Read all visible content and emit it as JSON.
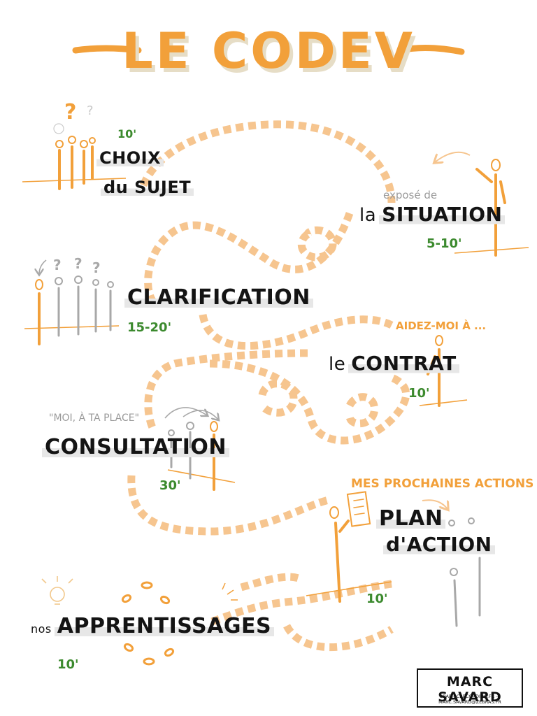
{
  "title": "LE CODEV",
  "steps": [
    {
      "id": "choix",
      "line1": "CHOIX",
      "line2": "du SUJET",
      "time": "10'"
    },
    {
      "id": "situation",
      "pre": "la",
      "label": "SITUATION",
      "note": "exposé de",
      "time": "5-10'"
    },
    {
      "id": "clarification",
      "label": "CLARIFICATION",
      "time": "15-20'"
    },
    {
      "id": "contrat",
      "pre": "le",
      "label": "CONTRAT",
      "note": "AIDEZ-MOI À ...",
      "time": "10'"
    },
    {
      "id": "consultation",
      "label": "CONSULTATION",
      "note": "\"MOI, À TA PLACE\"",
      "time": "30'"
    },
    {
      "id": "plan",
      "line1": "PLAN",
      "line2": "d'ACTION",
      "note": "MES PROCHAINES ACTIONS",
      "time": "10'"
    },
    {
      "id": "apprentissages",
      "pre": "nos",
      "label": "APPRENTISSAGES",
      "time": "10'"
    }
  ],
  "signature": {
    "name": "MARC SAVARD",
    "sub": "GRAPHICRECORDING.FR — MARC.SAVARD@ZEBRAS.FR"
  },
  "colors": {
    "accent": "#f2a03a",
    "path": "#f6c58f",
    "time": "#3c8a2e",
    "people_gray": "#a8a8a8",
    "ink": "#141414"
  }
}
